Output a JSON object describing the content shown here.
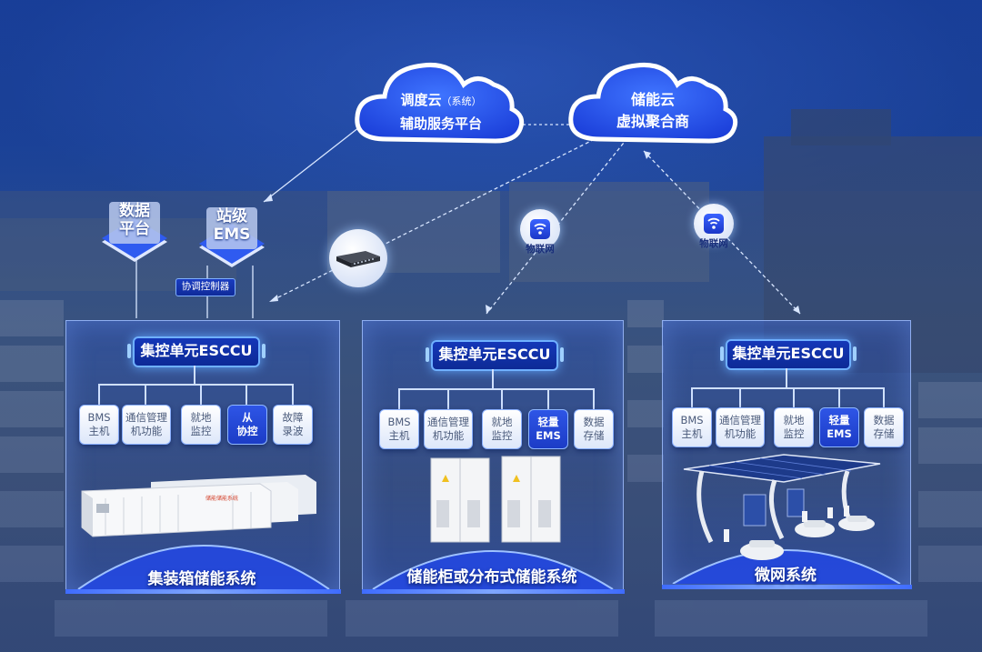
{
  "clouds": {
    "dispatch": {
      "line1": "调度云",
      "line1_note": "（系统）",
      "line2": "辅助服务平台"
    },
    "storage": {
      "line1": "储能云",
      "line2": "虚拟聚合商"
    }
  },
  "top_nodes": {
    "data_platform": {
      "line1": "数据",
      "line2": "平台"
    },
    "station_ems": {
      "line1": "站级",
      "line2": "EMS"
    },
    "coordinator": "协调控制器"
  },
  "iot": {
    "label_1": "物联网",
    "label_2": "物联网"
  },
  "panels": [
    {
      "esccu": "集控单元ESCCU",
      "modules": [
        {
          "line1": "BMS",
          "line2": "主机",
          "highlight": false
        },
        {
          "line1": "通信管理",
          "line2": "机功能",
          "highlight": false
        },
        {
          "line1": "就地",
          "line2": "监控",
          "highlight": false
        },
        {
          "line1": "从",
          "line2": "协控",
          "highlight": true
        },
        {
          "line1": "故障",
          "line2": "录波",
          "highlight": false
        }
      ],
      "title": "集装箱储能系统",
      "container_label": "储能储能系统"
    },
    {
      "esccu": "集控单元ESCCU",
      "modules": [
        {
          "line1": "BMS",
          "line2": "主机",
          "highlight": false
        },
        {
          "line1": "通信管理",
          "line2": "机功能",
          "highlight": false
        },
        {
          "line1": "就地",
          "line2": "监控",
          "highlight": false
        },
        {
          "line1": "轻量",
          "line2": "EMS",
          "highlight": true
        },
        {
          "line1": "数据",
          "line2": "存储",
          "highlight": false
        }
      ],
      "title": "储能柜或分布式储能系统"
    },
    {
      "esccu": "集控单元ESCCU",
      "modules": [
        {
          "line1": "BMS",
          "line2": "主机",
          "highlight": false
        },
        {
          "line1": "通信管理",
          "line2": "机功能",
          "highlight": false
        },
        {
          "line1": "就地",
          "line2": "监控",
          "highlight": false
        },
        {
          "line1": "轻量",
          "line2": "EMS",
          "highlight": true
        },
        {
          "line1": "数据",
          "line2": "存储",
          "highlight": false
        }
      ],
      "title": "微网系统"
    }
  ],
  "colors": {
    "accent": "#2e55e6",
    "panel_border": "#a0beff",
    "connector": "#cfe0ff"
  },
  "icons": [
    "cloud-icon",
    "network-switch-icon",
    "wifi-icon",
    "container-icon",
    "cabinet-icon",
    "solar-carport-icon",
    "ev-car-icon"
  ]
}
